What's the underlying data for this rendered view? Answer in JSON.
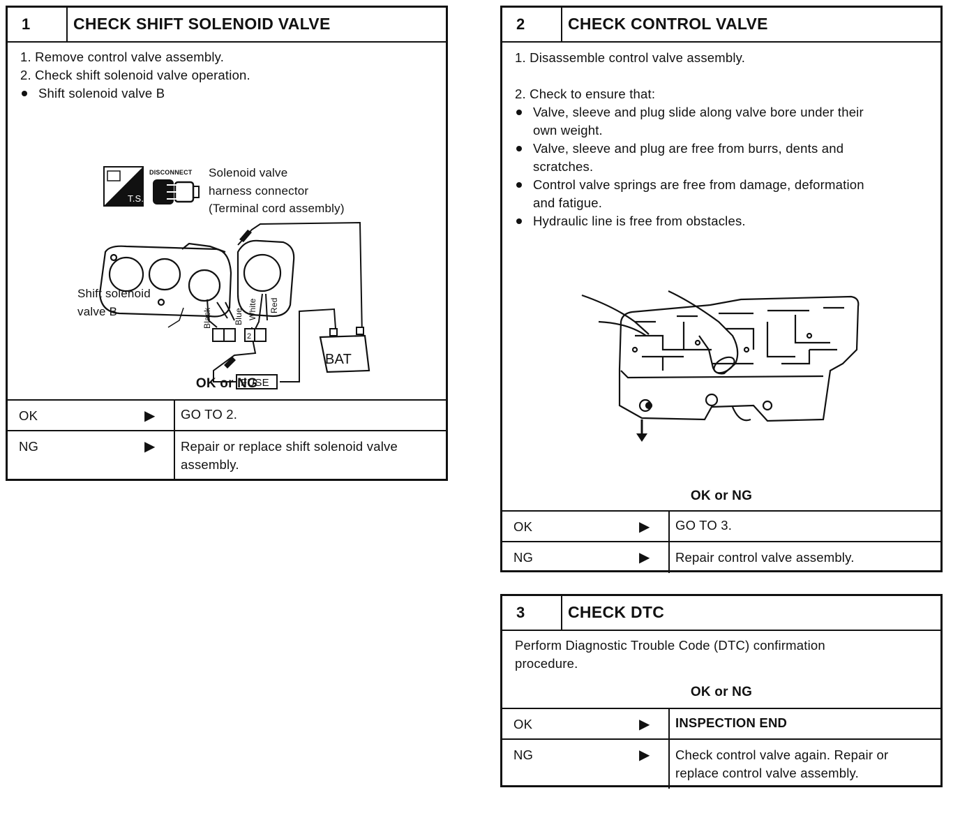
{
  "step1": {
    "number": "1",
    "title": "CHECK SHIFT SOLENOID VALVE",
    "instructions": [
      "1. Remove control valve assembly.",
      "2. Check shift solenoid valve operation."
    ],
    "bullets": [
      "Shift solenoid valve B"
    ],
    "figure": {
      "ts_label": "T.S.",
      "disconnect_label": "DISCONNECT",
      "connector_label": [
        "Solenoid valve",
        "harness connector",
        "(Terminal cord assembly)"
      ],
      "valve_label": [
        "Shift solenoid",
        "valve B"
      ],
      "wire_labels": [
        "Black",
        "Blue",
        "White",
        "Red"
      ],
      "terminal_label": "2",
      "battery_label": "BAT",
      "fuse_label": "FUSE"
    },
    "ok_ng": "OK or NG",
    "results": [
      {
        "key": "OK",
        "value": [
          "GO TO 2."
        ]
      },
      {
        "key": "NG",
        "value": [
          "Repair or replace shift solenoid valve",
          "assembly."
        ]
      }
    ]
  },
  "step2": {
    "number": "2",
    "title": "CHECK CONTROL VALVE",
    "instructions": [
      "1. Disassemble control valve assembly.",
      "2. Check to ensure that:"
    ],
    "bullets": [
      [
        "Valve, sleeve and plug slide along valve bore under their",
        "own weight."
      ],
      [
        "Valve, sleeve and plug are free from burrs, dents and",
        "scratches."
      ],
      [
        "Control valve springs are free from damage, deformation",
        "and fatigue."
      ],
      [
        "Hydraulic line is free from obstacles."
      ]
    ],
    "ok_ng": "OK or NG",
    "results": [
      {
        "key": "OK",
        "value": [
          "GO TO 3."
        ]
      },
      {
        "key": "NG",
        "value": [
          "Repair control valve assembly."
        ]
      }
    ]
  },
  "step3": {
    "number": "3",
    "title": "CHECK DTC",
    "instructions": [
      "Perform Diagnostic Trouble Code (DTC) confirmation",
      "procedure."
    ],
    "ok_ng": "OK or NG",
    "results": [
      {
        "key": "OK",
        "value": [
          "INSPECTION END"
        ]
      },
      {
        "key": "NG",
        "value": [
          "Check control valve again. Repair or",
          "replace control valve assembly."
        ]
      }
    ]
  },
  "arrow_glyph": "▶"
}
